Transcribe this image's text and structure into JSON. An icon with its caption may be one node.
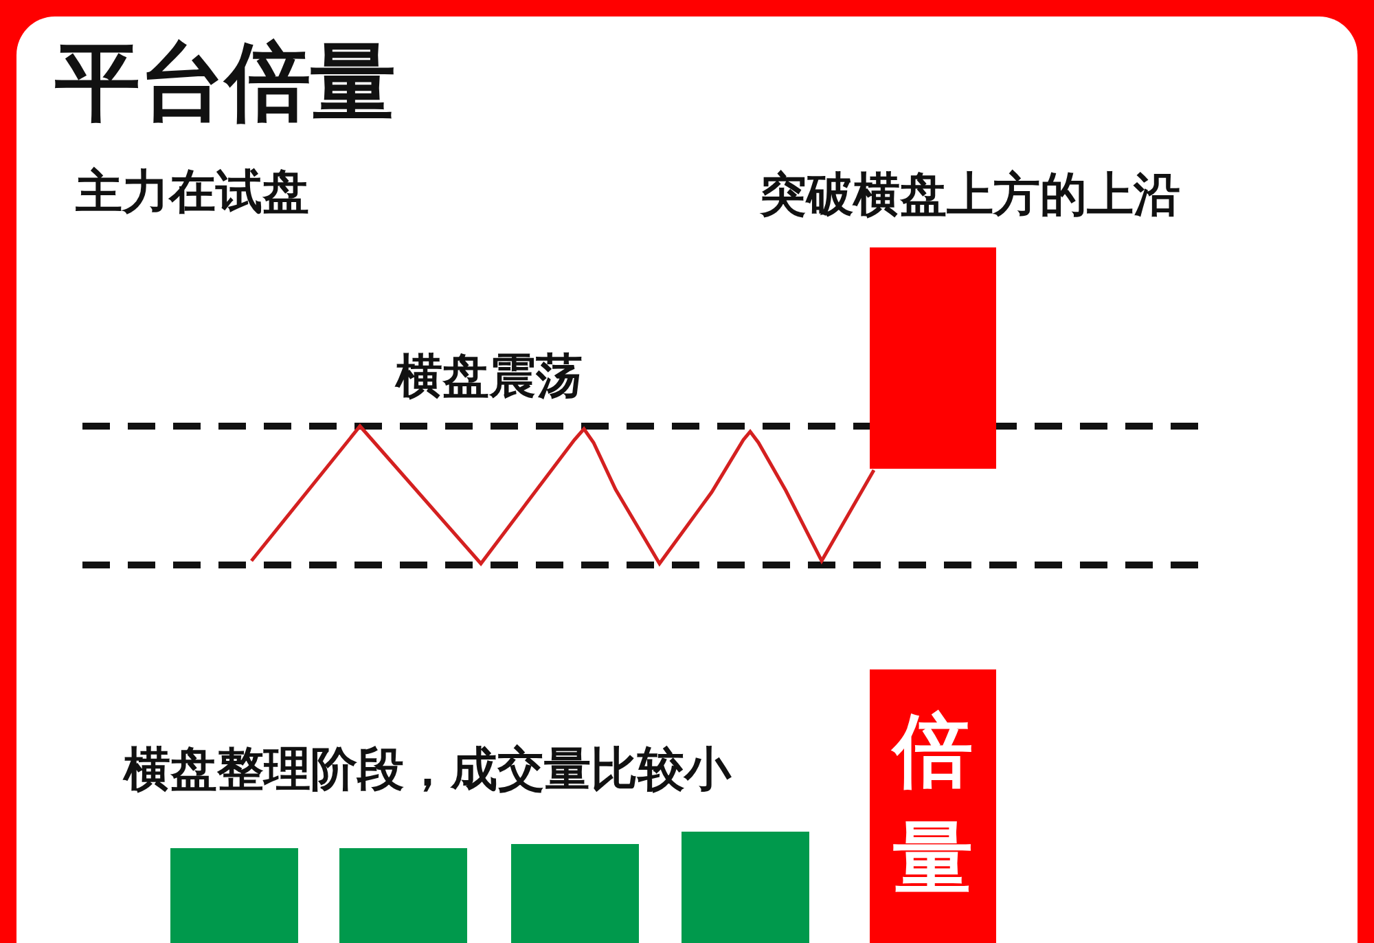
{
  "diagram": {
    "title": "平台倍量",
    "nodes": [
      {
        "text": [],
        "shape": "bar"
      },
      {
        "text": [],
        "shape": "bar"
      },
      {
        "text": [],
        "shape": "bar"
      },
      {
        "text": [],
        "shape": "bar"
      },
      {
        "text": [],
        "shape": "bar"
      },
      {
        "text": [
          "倍量"
        ]
      }
    ],
    "edges": [],
    "labels": [
      "主力在试盘",
      "突破横盘上方的上沿",
      "横盘震荡",
      "横盘整理阶段，成交量比较小"
    ]
  }
}
